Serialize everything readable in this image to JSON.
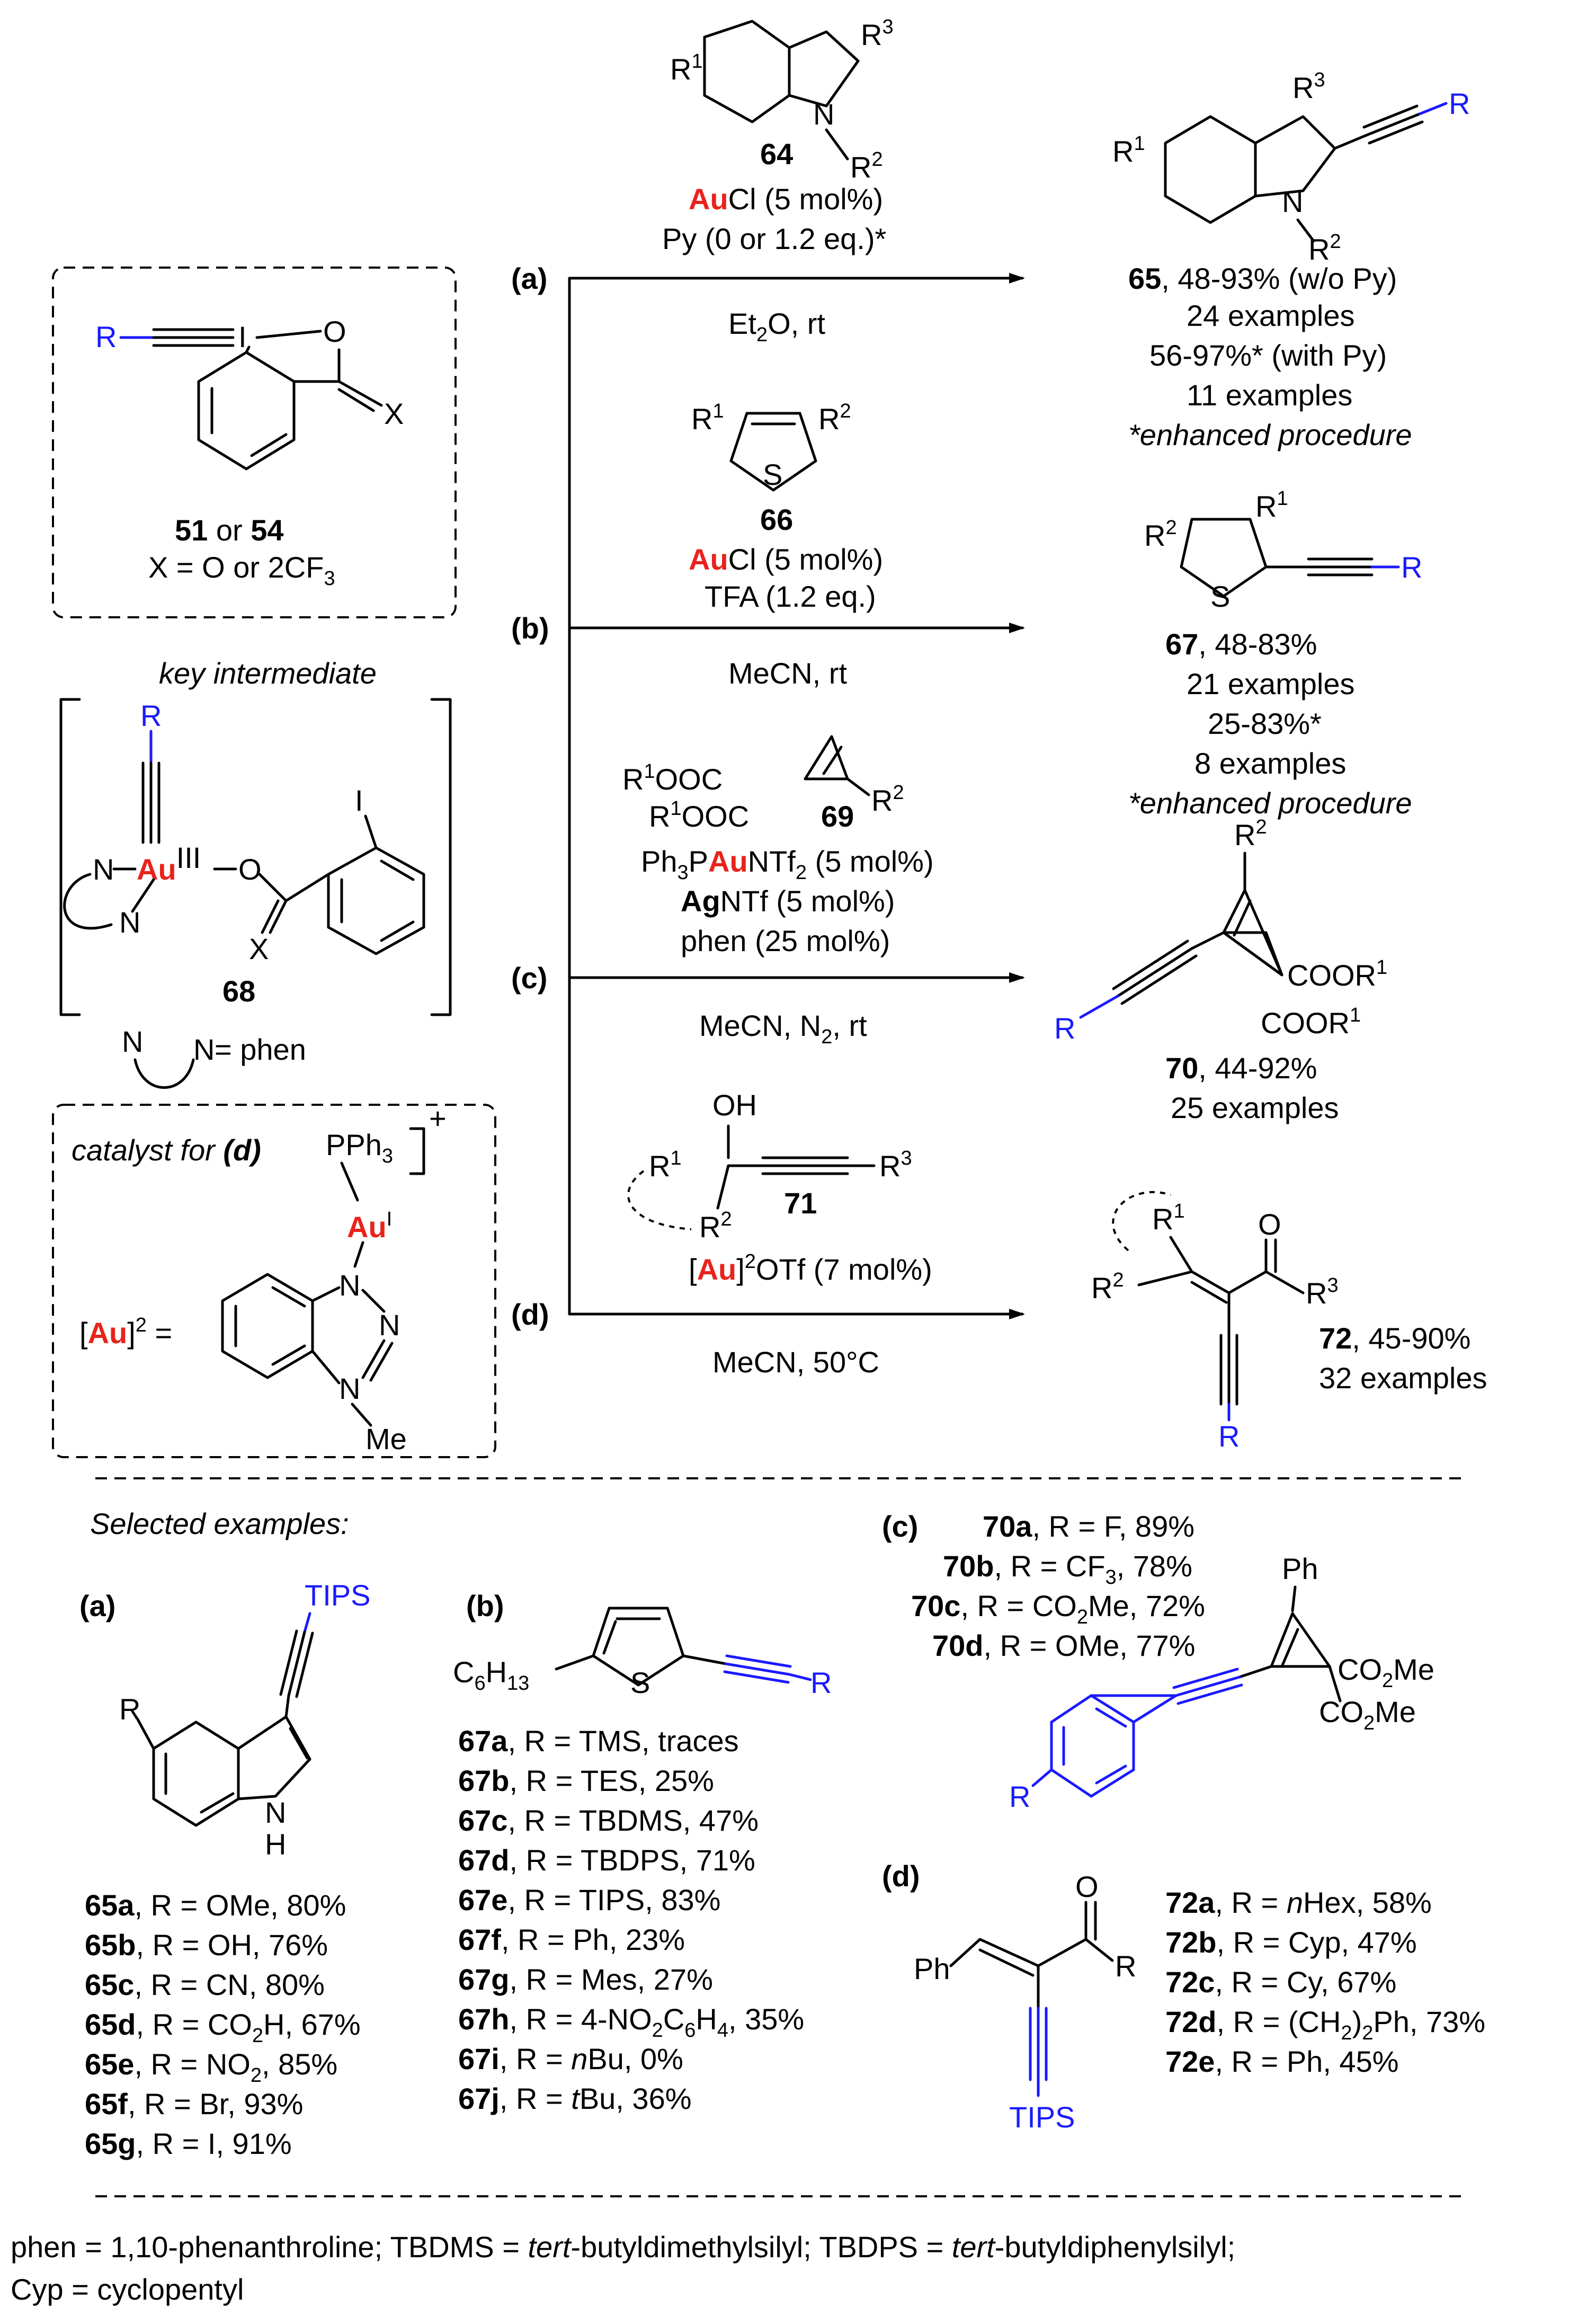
{
  "reagent": {
    "alkyne_R": "R",
    "iodine": "I",
    "oxygen": "O",
    "x_group": "X",
    "label_a": "51",
    "label_or": " or ",
    "label_b": "54",
    "condition": "X = O or 2CF",
    "condition_sub": "3"
  },
  "intermediate": {
    "title": "key intermediate",
    "R": "R",
    "N_top": "N",
    "N_bottom": "N",
    "Au": "Au",
    "Au_ox": "III",
    "O": "O",
    "I": "I",
    "X": "X",
    "label": "68",
    "phen_n1": "N",
    "phen_n2": "N",
    "phen_eq": " = phen"
  },
  "catalyst": {
    "title_prefix": "catalyst for ",
    "title_d": "(d)",
    "pph3": "PPh",
    "pph3_sub": "3",
    "charge": "+",
    "Au": "Au",
    "Au_ox": "I",
    "n1": "N",
    "n2": "N",
    "n3": "N",
    "me": "Me",
    "lhs_open": "[",
    "lhs_au": "Au",
    "lhs_close": "]",
    "lhs_sup": "2",
    "lhs_eq": " ="
  },
  "reactions": [
    {
      "tag": "(a)",
      "substrate": "64",
      "cat_metal": "Au",
      "cat_rest": "Cl (5 mol%)",
      "additive": "Py (0 or 1.2 eq.)*",
      "solvent": "Et",
      "solvent_sub": "2",
      "solvent_rest": "O, rt",
      "product": "65",
      "yield1": ", 48-93% (w/o Py)",
      "examples1": "24 examples",
      "yield2": "56-97%* (with Py)",
      "examples2": "11 examples",
      "note": "*enhanced procedure"
    },
    {
      "tag": "(b)",
      "substrate": "66",
      "cat_metal": "Au",
      "cat_rest": "Cl (5 mol%)",
      "additive": "TFA (1.2 eq.)",
      "solvent": "MeCN, rt",
      "product": "67",
      "yield1": ", 48-83%",
      "examples1": "21 examples",
      "yield2": "25-83%*",
      "examples2": "8 examples",
      "note": "*enhanced procedure"
    },
    {
      "tag": "(c)",
      "substrate": "69",
      "cat1_pre": "Ph",
      "cat1_sub": "3",
      "cat1_p": "P",
      "cat1_metal": "Au",
      "cat1_rest": "NTf",
      "cat1_sub2": "2",
      "cat1_tail": " (5 mol%)",
      "cat2_metal": "Ag",
      "cat2_rest": "NTf (5 mol%)",
      "cat3": "phen (25 mol%)",
      "solvent": "MeCN, N",
      "solvent_sub": "2",
      "solvent_rest": ", rt",
      "product": "70",
      "yield1": ", 44-92%",
      "examples1": "25 examples"
    },
    {
      "tag": "(d)",
      "substrate": "71",
      "cat_open": "[",
      "cat_metal": "Au",
      "cat_close": "]",
      "cat_sup": "2",
      "cat_rest": "OTf (7 mol%)",
      "solvent": "MeCN, 50°C",
      "product": "72",
      "yield1": ", 45-90%",
      "examples1": "32 examples"
    }
  ],
  "atoms": {
    "R1": "R",
    "R2": "R",
    "R3": "R",
    "sup1": "1",
    "sup2": "2",
    "sup3": "3",
    "N": "N",
    "S": "S",
    "R": "R",
    "OH": "OH",
    "O": "O",
    "ester1": "R",
    "ester1_rest": "OOC",
    "cooR": "COOR",
    "Me": "Me"
  },
  "selected": {
    "title": "Selected examples:",
    "a": {
      "tag": "(a)",
      "tips": "TIPS",
      "R": "R",
      "NH": "N",
      "H": "H",
      "items": [
        {
          "id": "65a",
          "text": ", R = OMe, 80%"
        },
        {
          "id": "65b",
          "text": ", R = OH, 76%"
        },
        {
          "id": "65c",
          "text": ", R = CN, 80%"
        },
        {
          "id": "65d",
          "text": ", R = CO",
          "sub": "2",
          "tail": "H, 67%"
        },
        {
          "id": "65e",
          "text": ", R = NO",
          "sub": "2",
          "tail": ", 85%"
        },
        {
          "id": "65f",
          "text": ", R = Br, 93%"
        },
        {
          "id": "65g",
          "text": ", R = I, 91%"
        }
      ]
    },
    "b": {
      "tag": "(b)",
      "c6": "C",
      "c6_sub1": "6",
      "c6_h": "H",
      "c6_sub2": "13",
      "S": "S",
      "R": "R",
      "items": [
        {
          "id": "67a",
          "text": ", R = TMS, traces"
        },
        {
          "id": "67b",
          "text": ", R = TES, 25%"
        },
        {
          "id": "67c",
          "text": ", R = TBDMS, 47%"
        },
        {
          "id": "67d",
          "text": ", R = TBDPS, 71%"
        },
        {
          "id": "67e",
          "text": ", R = TIPS, 83%"
        },
        {
          "id": "67f",
          "text": ", R = Ph, 23%"
        },
        {
          "id": "67g",
          "text": ", R = Mes, 27%"
        },
        {
          "id": "67h",
          "text": ", R = 4-NO",
          "sub": "2",
          "tail": "C",
          "sub2": "6",
          "tail2": "H",
          "sub3": "4",
          "tail3": ", 35%"
        },
        {
          "id": "67i",
          "text": ", R = ",
          "ital": "n",
          "tail": "Bu, 0%"
        },
        {
          "id": "67j",
          "text": ", R = ",
          "ital": "t",
          "tail": "Bu, 36%"
        }
      ]
    },
    "c": {
      "tag": "(c)",
      "ph": "Ph",
      "co2me": "CO",
      "co2me_sub": "2",
      "co2me_rest": "Me",
      "R": "R",
      "items": [
        {
          "id": "70a",
          "text": ", R = F, 89%"
        },
        {
          "id": "70b",
          "text": ", R = CF",
          "sub": "3",
          "tail": ", 78%"
        },
        {
          "id": "70c",
          "text": ", R = CO",
          "sub": "2",
          "tail": "Me, 72%"
        },
        {
          "id": "70d",
          "text": ", R = OMe, 77%"
        }
      ]
    },
    "d": {
      "tag": "(d)",
      "ph": "Ph",
      "O": "O",
      "R": "R",
      "tips": "TIPS",
      "items": [
        {
          "id": "72a",
          "text": ", R = ",
          "ital": "n",
          "tail": "Hex, 58%"
        },
        {
          "id": "72b",
          "text": ", R = Cyp, 47%"
        },
        {
          "id": "72c",
          "text": ", R = Cy, 67%"
        },
        {
          "id": "72d",
          "text": ", R = (CH",
          "sub": "2",
          "tail": ")",
          "sub2": "2",
          "tail2": "Ph, 73%"
        },
        {
          "id": "72e",
          "text": ", R = Ph, 45%"
        }
      ]
    }
  },
  "footnote": {
    "line1_a": "phen = 1,10-phenanthroline; TBDMS = ",
    "line1_b": "tert",
    "line1_c": "-butyldimethylsilyl; TBDPS = ",
    "line1_d": "tert",
    "line1_e": "-butyldiphenylsilyl;",
    "line2": "Cyp = cyclopentyl"
  },
  "colors": {
    "highlight_blue": "#1a1aff",
    "metal_red": "#e8231c"
  }
}
